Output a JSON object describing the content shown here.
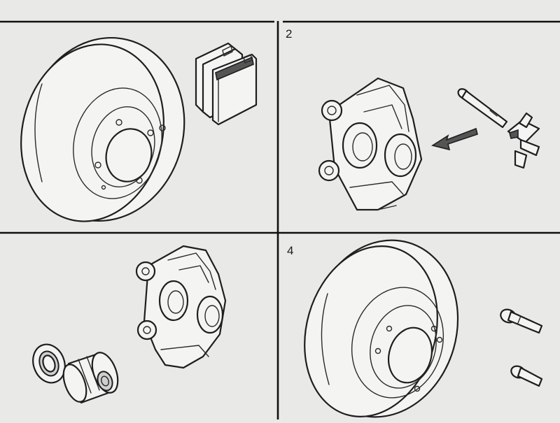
{
  "panels": [
    {
      "number": "",
      "parts": [
        "brake-disc",
        "brake-pads"
      ]
    },
    {
      "number": "2",
      "parts": [
        "brake-caliper",
        "guide-pin-bolt",
        "anti-rattle-clip",
        "direction-arrow"
      ]
    },
    {
      "number": "",
      "parts": [
        "brake-caliper",
        "caliper-piston",
        "piston-seal"
      ]
    },
    {
      "number": "4",
      "parts": [
        "brake-disc",
        "mounting-bolts"
      ]
    }
  ],
  "colors": {
    "background": "#e9e9e7",
    "line": "#1e1e1e"
  }
}
